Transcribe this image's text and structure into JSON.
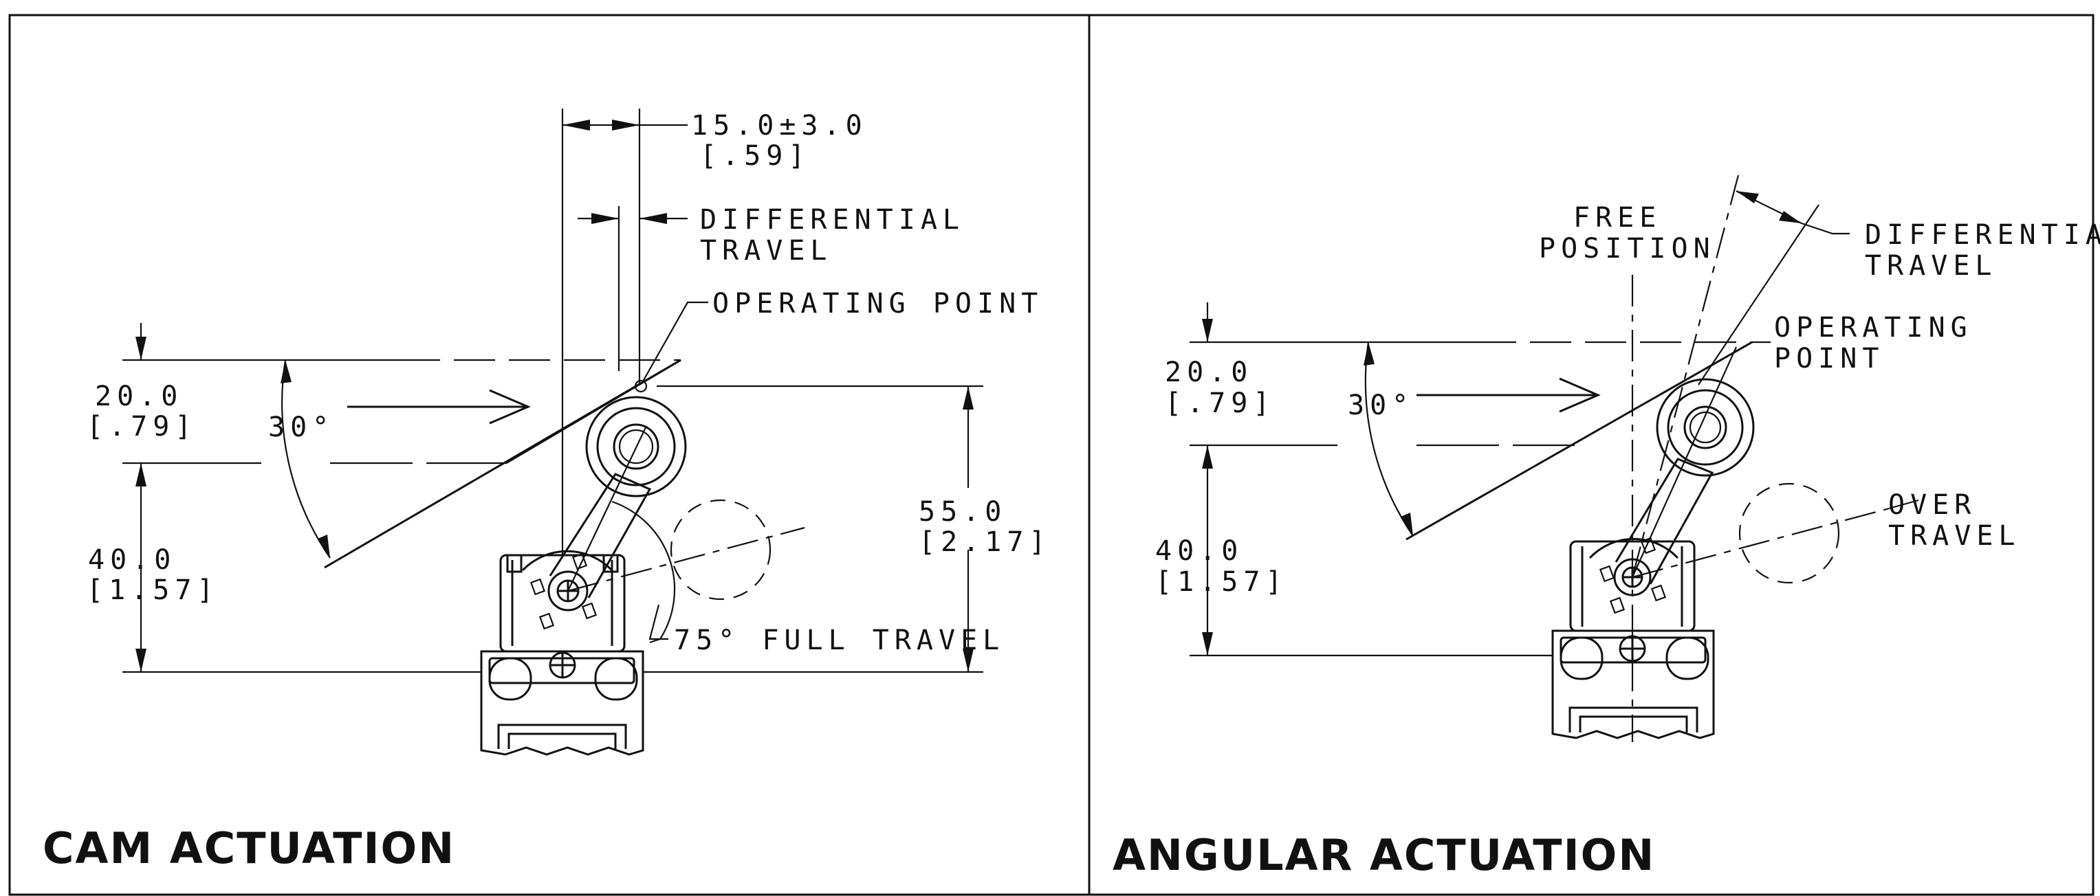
{
  "left_panel": {
    "title": "CAM ACTUATION",
    "dim_top_value": "15.0±3.0",
    "dim_top_inch": "[.59]",
    "differential_line1": "DIFFERENTIAL",
    "differential_line2": "TRAVEL",
    "operating_point": "OPERATING POINT",
    "dim_20_value": "20.0",
    "dim_20_inch": "[.79]",
    "angle_30": "30°",
    "dim_40_value": "40.0",
    "dim_40_inch": "[1.57]",
    "dim_55_value": "55.0",
    "dim_55_inch": "[2.17]",
    "full_travel": "75° FULL TRAVEL"
  },
  "right_panel": {
    "title": "ANGULAR ACTUATION",
    "free_line1": "FREE",
    "free_line2": "POSITION",
    "differential_line1": "DIFFERENTIAL",
    "differential_line2": "TRAVEL",
    "operating_line1": "OPERATING",
    "operating_line2": "POINT",
    "dim_20_value": "20.0",
    "dim_20_inch": "[.79]",
    "angle_30": "30°",
    "dim_40_value": "40.0",
    "dim_40_inch": "[1.57]",
    "over_line1": "OVER",
    "over_line2": "TRAVEL"
  }
}
